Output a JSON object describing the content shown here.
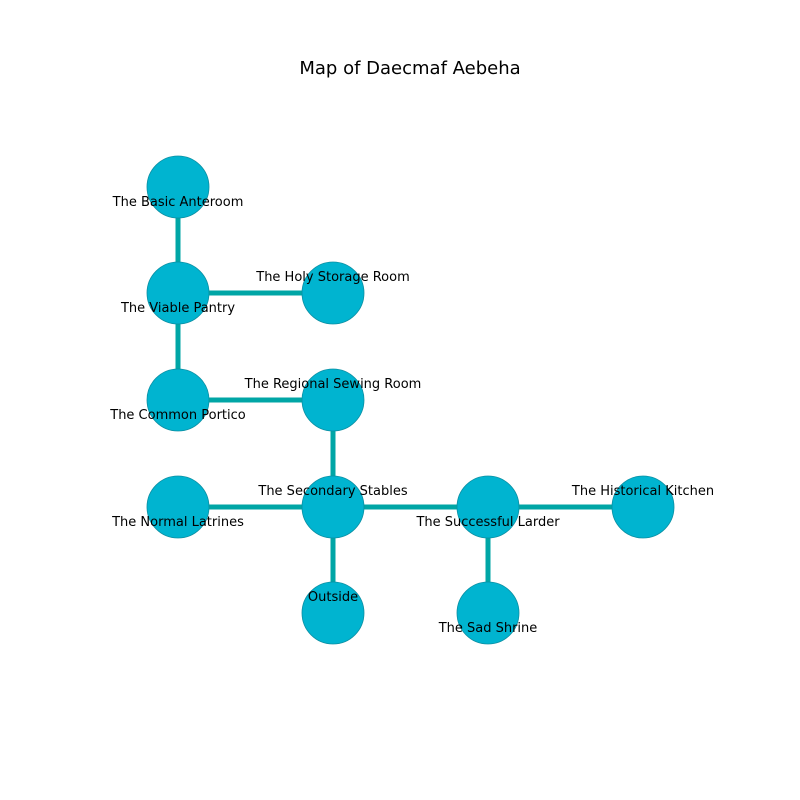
{
  "title": "Map of Daecmaf Aebeha",
  "colors": {
    "node_fill": "#00b4d0",
    "node_stroke": "#0a8fa3",
    "edge": "#00a6a6"
  },
  "nodes": [
    {
      "id": "basic-anteroom",
      "label": "The Basic Anteroom",
      "label_pos": "below"
    },
    {
      "id": "viable-pantry",
      "label": "The Viable Pantry",
      "label_pos": "below"
    },
    {
      "id": "holy-storage-room",
      "label": "The Holy Storage Room",
      "label_pos": "above"
    },
    {
      "id": "common-portico",
      "label": "The Common Portico",
      "label_pos": "below"
    },
    {
      "id": "regional-sewing-room",
      "label": "The Regional Sewing Room",
      "label_pos": "above"
    },
    {
      "id": "normal-latrines",
      "label": "The Normal Latrines",
      "label_pos": "below"
    },
    {
      "id": "secondary-stables",
      "label": "The Secondary Stables",
      "label_pos": "above"
    },
    {
      "id": "successful-larder",
      "label": "The Successful Larder",
      "label_pos": "below"
    },
    {
      "id": "historical-kitchen",
      "label": "The Historical Kitchen",
      "label_pos": "above"
    },
    {
      "id": "outside",
      "label": "Outside",
      "label_pos": "above"
    },
    {
      "id": "sad-shrine",
      "label": "The Sad Shrine",
      "label_pos": "below"
    }
  ],
  "edges": [
    [
      "basic-anteroom",
      "viable-pantry"
    ],
    [
      "viable-pantry",
      "holy-storage-room"
    ],
    [
      "viable-pantry",
      "common-portico"
    ],
    [
      "common-portico",
      "regional-sewing-room"
    ],
    [
      "regional-sewing-room",
      "secondary-stables"
    ],
    [
      "normal-latrines",
      "secondary-stables"
    ],
    [
      "secondary-stables",
      "successful-larder"
    ],
    [
      "successful-larder",
      "historical-kitchen"
    ],
    [
      "secondary-stables",
      "outside"
    ],
    [
      "successful-larder",
      "sad-shrine"
    ]
  ]
}
